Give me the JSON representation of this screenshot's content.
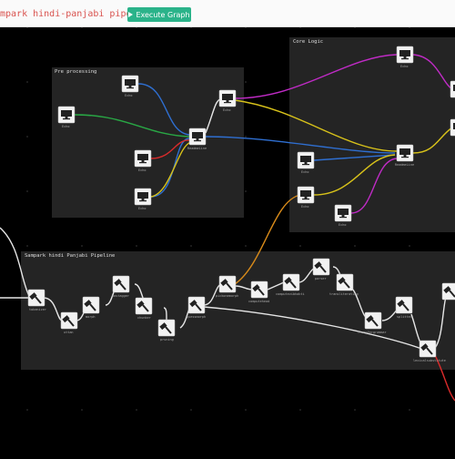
{
  "app": {
    "title": "mpark hindi-panjabi pipeline",
    "execute_label": "Execute Graph"
  },
  "colors": {
    "accent": "#2bb38a",
    "title_red": "#d9534f",
    "wire_white": "#e6e6e6",
    "wire_green": "#29a745",
    "wire_blue": "#2f6fd1",
    "wire_red": "#d92b2b",
    "wire_yellow": "#d8c21a",
    "wire_orange": "#d98b1a",
    "wire_magenta": "#c02bc6"
  },
  "groups": {
    "preprocessing": "Pre processing",
    "core_logic": "Core Logic",
    "pipeline": "Sampark hindi Panjabi Pipeline"
  },
  "nodes": {
    "pp_echo_1": "Echo",
    "pp_echo_2": "Echo",
    "pp_echo_3": "Echo",
    "pp_echo_4": "Echo",
    "pp_echo_5": "Echo",
    "pp_readmeline": "ReadmeLine",
    "cl_echo_1": "Echo",
    "cl_echo_2": "Echo",
    "cl_echo_3": "Echo",
    "cl_echo_4": "Echo",
    "cl_readmeline": "ReadmeLine",
    "p_tokenizer": "tokenizer",
    "p_uttan": "uttan",
    "p_morph": "morph",
    "p_postagger": "postagger",
    "p_chunker": "chunker",
    "p_pruning": "pruning",
    "p_guessmorph": "guessmorph",
    "p_pickonemorph": "pickonemorph",
    "p_computehead": "computehead",
    "p_computevibhakti": "computevibhakti",
    "p_parser": "parser",
    "p_transliterating": "transliterating",
    "p_transfergrammar": "transfergrammar",
    "p_splitter": "splitter",
    "p_lexicalsubstitute": "lexicalsubstitute"
  }
}
